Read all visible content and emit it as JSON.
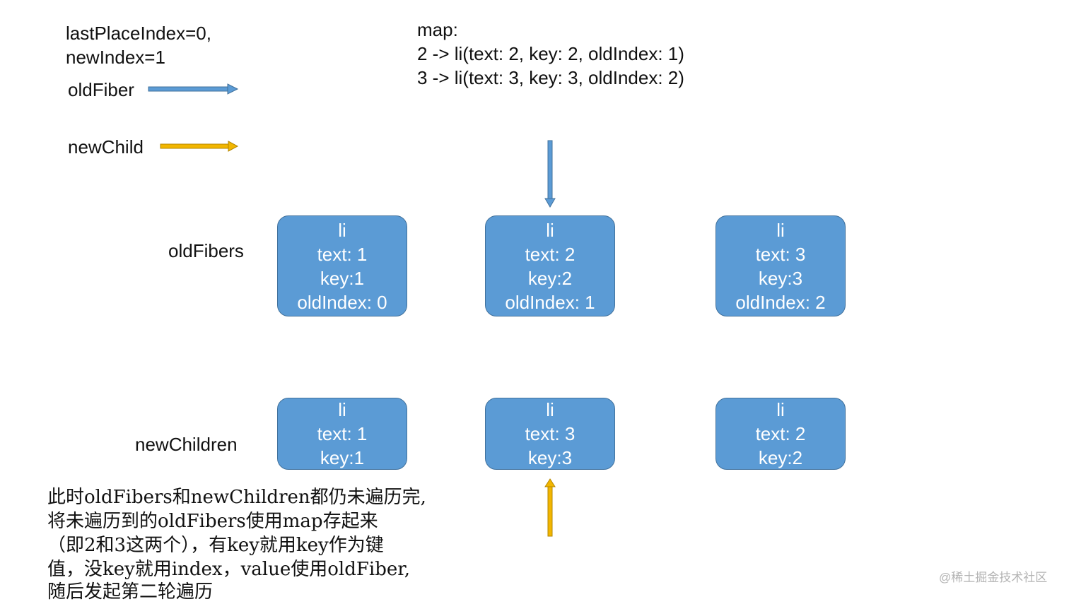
{
  "state": {
    "line1": "lastPlaceIndex=0,",
    "line2": "newIndex=1"
  },
  "legend": {
    "old_fiber_label": "oldFiber",
    "new_child_label": "newChild"
  },
  "map": {
    "title": "map:",
    "entries": [
      "2 -> li(text: 2, key: 2, oldIndex: 1)",
      "3 -> li(text: 3, key: 3, oldIndex: 2)"
    ]
  },
  "old_fibers": {
    "label": "oldFibers",
    "nodes": [
      {
        "tag": "li",
        "text": "text: 1",
        "key": "key:1",
        "old_index": "oldIndex: 0"
      },
      {
        "tag": "li",
        "text": "text: 2",
        "key": "key:2",
        "old_index": "oldIndex: 1"
      },
      {
        "tag": "li",
        "text": "text: 3",
        "key": "key:3",
        "old_index": "oldIndex: 2"
      }
    ]
  },
  "new_children": {
    "label": "newChildren",
    "nodes": [
      {
        "tag": "li",
        "text": "text: 1",
        "key": "key:1"
      },
      {
        "tag": "li",
        "text": "text: 3",
        "key": "key:3"
      },
      {
        "tag": "li",
        "text": "text: 2",
        "key": "key:2"
      }
    ]
  },
  "note": {
    "lines": [
      "此时oldFibers和newChildren都仍未遍历完,",
      "将未遍历到的oldFibers使用map存起来",
      "（即2和3这两个），有key就用key作为键",
      "值，没key就用index，value使用oldFiber,",
      "随后发起第二轮遍历"
    ]
  },
  "watermark": "@稀土掘金技术社区",
  "colors": {
    "node_fill": "#5b9bd5",
    "node_border": "#41719c",
    "old_fiber_arrow": "#5b9bd5",
    "new_child_arrow": "#f2b600"
  }
}
